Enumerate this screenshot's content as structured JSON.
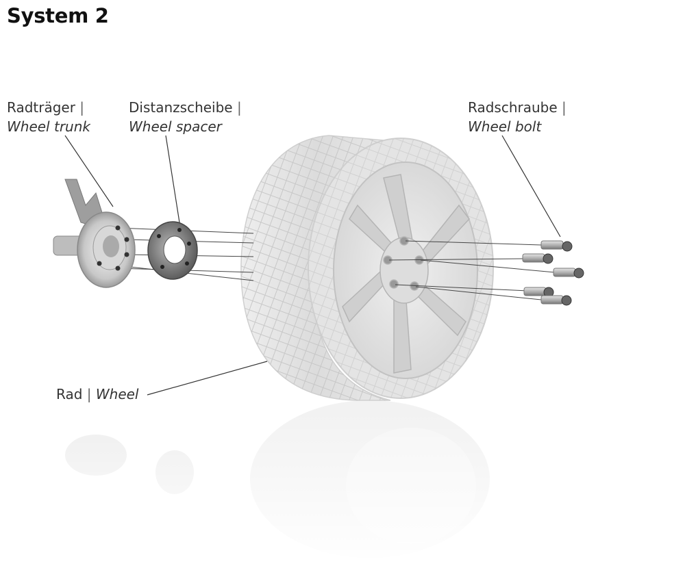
{
  "title": "System 2",
  "labels": {
    "wheel_trunk": {
      "de": "Radträger",
      "sep": " |",
      "en": "Wheel trunk"
    },
    "wheel_spacer": {
      "de": "Distanzscheibe",
      "sep": " |",
      "en": "Wheel spacer"
    },
    "wheel_bolt": {
      "de": "Radschraube",
      "sep": " |",
      "en": "Wheel bolt"
    },
    "wheel": {
      "de": "Rad",
      "sep": " | ",
      "en": "Wheel"
    }
  }
}
